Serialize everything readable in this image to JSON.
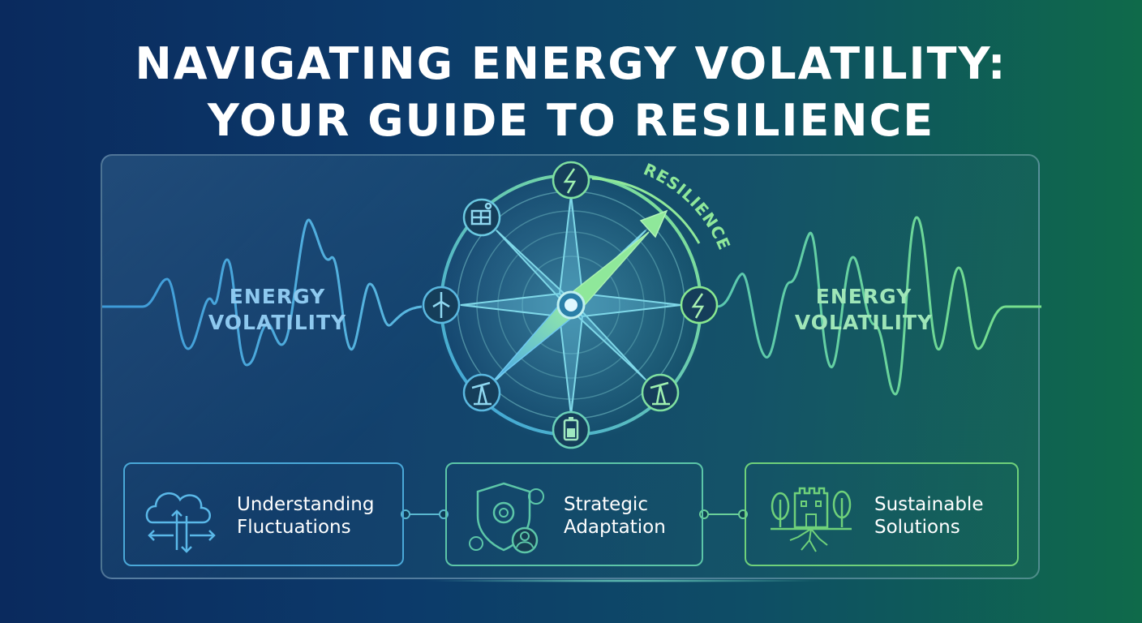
{
  "title": {
    "line1": "NAVIGATING ENERGY VOLATILITY:",
    "line2": "YOUR GUIDE TO RESILIENCE"
  },
  "waves": {
    "left_label_line1": "ENERGY",
    "left_label_line2": "VOLATILITY",
    "right_label_line1": "ENERGY",
    "right_label_line2": "VOLATILITY"
  },
  "compass": {
    "arc_label": "RESILIENCE",
    "icons": [
      "lightning-icon",
      "solar-panel-icon",
      "wind-turbine-icon",
      "oil-pump-icon",
      "battery-icon",
      "oil-pump-icon",
      "lightning-icon"
    ]
  },
  "cards": [
    {
      "line1": "Understanding",
      "line2": "Fluctuations",
      "icon": "cloud-arrows-icon"
    },
    {
      "line1": "Strategic",
      "line2": "Adaptation",
      "icon": "shield-gear-icon"
    },
    {
      "line1": "Sustainable",
      "line2": "Solutions",
      "icon": "castle-trees-icon"
    }
  ],
  "colors": {
    "blue_accent": "#4aa8d8",
    "teal_accent": "#5cc6a8",
    "green_accent": "#6fd17a"
  }
}
